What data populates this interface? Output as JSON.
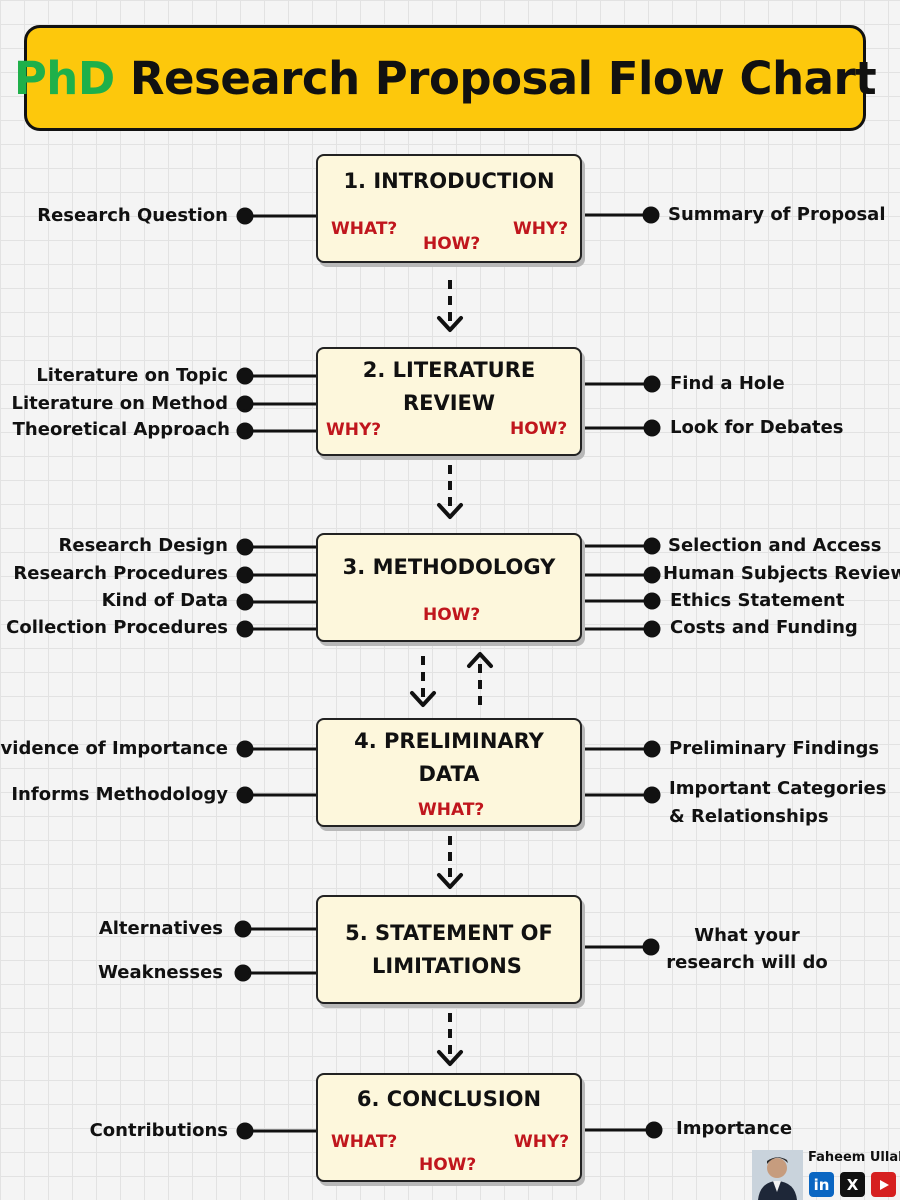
{
  "title": {
    "accent": "PhD",
    "rest": "Research Proposal Flow Chart"
  },
  "colors": {
    "title_bg": "#fdc80c",
    "accent": "#1fb04a",
    "box_bg": "#fdf7dc",
    "question": "#c0161d"
  },
  "boxes": [
    {
      "title": [
        "1. INTRODUCTION"
      ],
      "questions": [
        "WHAT?",
        "HOW?",
        "WHY?"
      ],
      "left": [
        "Research Question"
      ],
      "right": [
        "Summary of Proposal"
      ]
    },
    {
      "title": [
        "2. LITERATURE",
        "REVIEW"
      ],
      "questions": [
        "WHY?",
        "HOW?"
      ],
      "left": [
        "Literature on Topic",
        "Literature on Method",
        "Theoretical Approach"
      ],
      "right": [
        "Find a Hole",
        "Look for Debates"
      ]
    },
    {
      "title": [
        "3. METHODOLOGY"
      ],
      "questions": [
        "HOW?"
      ],
      "left": [
        "Research Design",
        "Research Procedures",
        "Kind of Data",
        "Collection Procedures"
      ],
      "right": [
        "Selection and Access",
        "Human Subjects Review",
        "Ethics Statement",
        "Costs and Funding"
      ]
    },
    {
      "title": [
        "4. PRELIMINARY",
        "DATA"
      ],
      "questions": [
        "WHAT?"
      ],
      "left": [
        "Evidence of Importance",
        "Informs Methodology"
      ],
      "right": [
        "Preliminary Findings",
        "Important Categories",
        "& Relationships"
      ]
    },
    {
      "title": [
        "5. STATEMENT OF",
        "LIMITATIONS"
      ],
      "left": [
        "Alternatives",
        "Weaknesses"
      ],
      "right": [
        "What your",
        "research will do"
      ]
    },
    {
      "title": [
        "6. CONCLUSION"
      ],
      "questions": [
        "WHAT?",
        "HOW?",
        "WHY?"
      ],
      "left": [
        "Contributions"
      ],
      "right": [
        "Importance"
      ]
    }
  ],
  "author": {
    "name": "Faheem Ullah",
    "social_icons": [
      "linkedin-icon",
      "x-icon",
      "youtube-icon"
    ]
  }
}
